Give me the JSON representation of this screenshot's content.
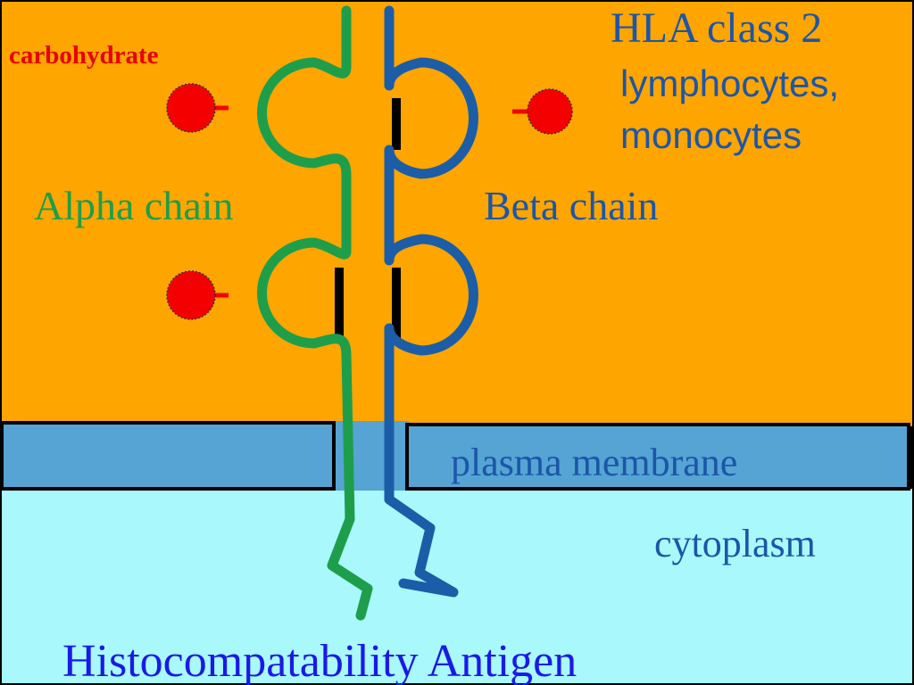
{
  "colors": {
    "extracellular": "#FFA500",
    "membrane": "#55A4D4",
    "cytoplasm": "#A8F8FC",
    "alpha_chain": "#1E9E4A",
    "beta_chain": "#1C5DA8",
    "carbohydrate": "#F50000",
    "linker": "#000000",
    "text_blue": "#1C56A8",
    "text_green": "#1E9E4A",
    "text_red": "#E80000",
    "title_blue": "#1A1AE6"
  },
  "labels": {
    "carbohydrate": "carbohydrate",
    "hla_line1": "HLA  class  2",
    "hla_line2": "lymphocytes,",
    "hla_line3": "monocytes",
    "alpha_chain": "Alpha  chain",
    "beta_chain": "Beta  chain",
    "plasma_membrane": "plasma  membrane",
    "cytoplasm": "cytoplasm",
    "title": "Histocompatability  Antigen"
  },
  "regions": [
    "extracellular",
    "plasma-membrane",
    "cytoplasm"
  ],
  "chains": [
    {
      "name": "alpha-chain",
      "domains": 2,
      "carbohydrates": 2
    },
    {
      "name": "beta-chain",
      "domains": 2,
      "carbohydrates": 1
    }
  ]
}
